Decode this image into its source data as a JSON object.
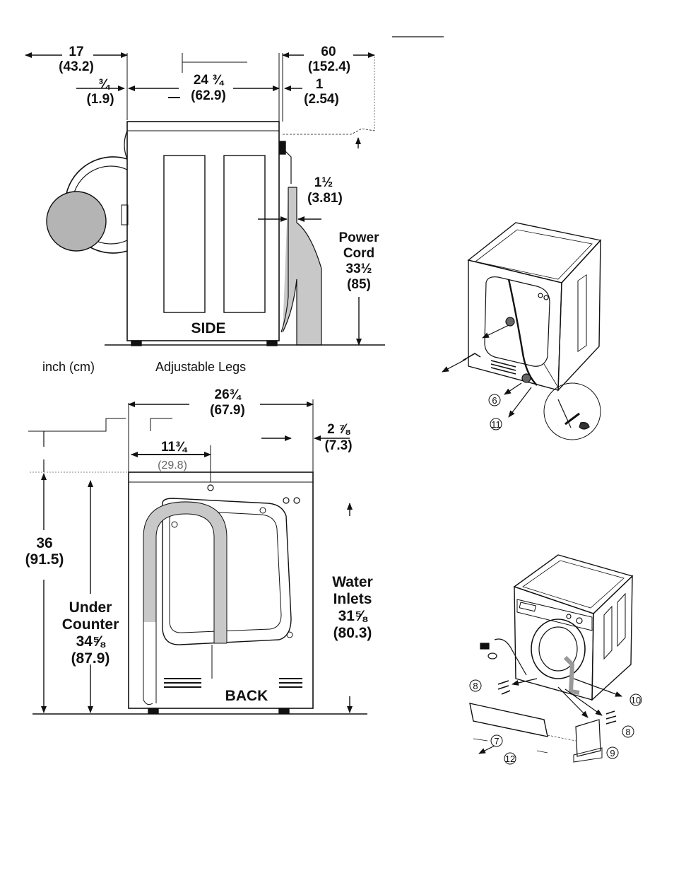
{
  "page": {
    "unit_note": "inch (cm)",
    "legs_label": "Adjustable Legs"
  },
  "side_view": {
    "title": "SIDE",
    "depth_clearance": {
      "inch": "17",
      "cm": "(43.2)"
    },
    "back_clearance": {
      "inch": "60",
      "cm": "(152.4)"
    },
    "front_gap": {
      "inch": "¾",
      "cm": "(1.9)"
    },
    "depth": {
      "inch": "24 ¾",
      "cm": "(62.9)"
    },
    "rear_gap": {
      "inch": "1",
      "cm": "(2.54)"
    },
    "hose_gap": {
      "inch": "1½",
      "cm": "(3.81)"
    },
    "power_cord": {
      "line1": "Power",
      "line2": "Cord",
      "inch": "33½",
      "cm": "(85)"
    }
  },
  "back_view": {
    "title": "BACK",
    "width": {
      "inch": "26¾",
      "cm": "(67.9)"
    },
    "side_gap": {
      "inch": "2 ⅞",
      "cm": "(7.3)"
    },
    "inlet_offset": {
      "inch": "11¾",
      "cm": "(29.8)"
    },
    "height": {
      "inch": "36",
      "cm": "(91.5)"
    },
    "under_counter": {
      "line1": "Under",
      "line2": "Counter",
      "inch": "34⅝",
      "cm": "(87.9)"
    },
    "water_inlets": {
      "line1": "Water",
      "line2": "Inlets",
      "inch": "31⅝",
      "cm": "(80.3)"
    }
  },
  "rear_perspective": {
    "callouts": [
      "6",
      "11"
    ]
  },
  "front_perspective": {
    "callouts": [
      "8",
      "10",
      "8",
      "7",
      "9",
      "12"
    ]
  },
  "colors": {
    "line": "#111111",
    "fill_gray": "#c8c8c8",
    "drum_gray": "#b4b4b4"
  }
}
